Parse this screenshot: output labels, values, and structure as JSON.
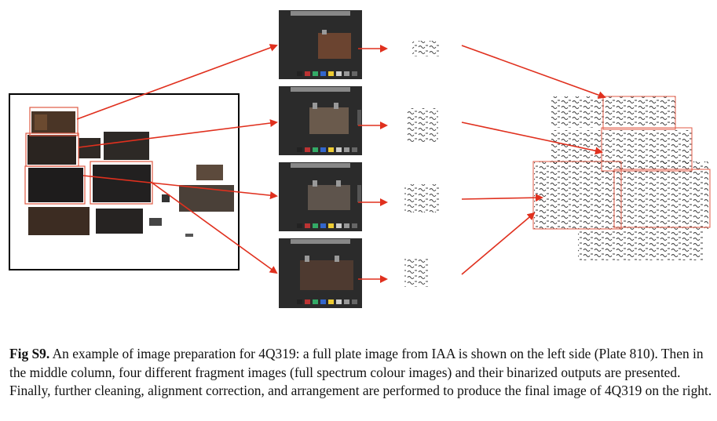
{
  "caption": {
    "label": "Fig S9.",
    "text": "An example of image preparation for 4Q319: a full plate image from IAA is shown on the left side (Plate 810). Then in the middle column, four different fragment images (full spectrum colour images) and their binarized outputs are presented. Finally, further cleaning, alignment correction, and arrangement are performed to produce the final image of 4Q319 on the right."
  },
  "colors": {
    "arrow": "#e0301e",
    "panel_bg": "#2b2b2b",
    "plate_frame": "#000000",
    "highlight_box": "#e05a44"
  },
  "figure": {
    "panels": [
      {
        "name": "fragment-panel-1"
      },
      {
        "name": "fragment-panel-2"
      },
      {
        "name": "fragment-panel-3"
      },
      {
        "name": "fragment-panel-4"
      }
    ],
    "binarized": [
      {
        "name": "binarized-output-1"
      },
      {
        "name": "binarized-output-2"
      },
      {
        "name": "binarized-output-3"
      },
      {
        "name": "binarized-output-4"
      }
    ]
  }
}
